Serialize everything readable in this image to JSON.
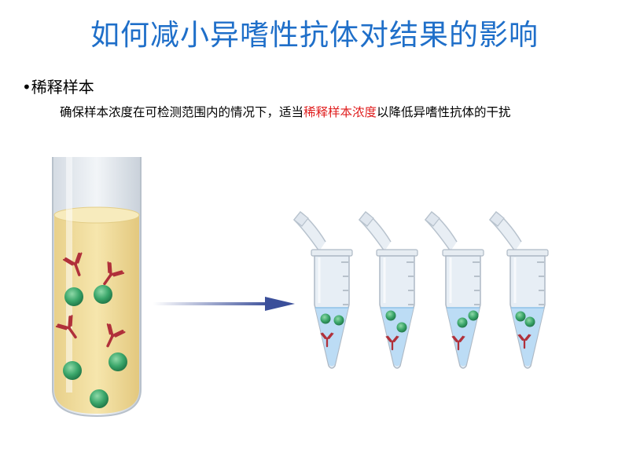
{
  "title": "如何减小异嗜性抗体对结果的影响",
  "section": {
    "bullet": "•稀释样本",
    "text_before": "确保样本浓度在可检测范围内的情况下，适当",
    "text_highlight": "稀释样本浓度",
    "text_after": "以降低异嗜性抗体的干扰"
  },
  "colors": {
    "title": "#1f6fc9",
    "highlight": "#e02020",
    "antibody": "#b0303a",
    "particle": "#3aa66a",
    "sample_liquid": "#f0dd9c",
    "diluted_liquid": "#bcdcf5",
    "arrow": "#3b4f9a"
  },
  "icons": {
    "tube": "test-tube-icon",
    "arrow": "arrow-right-icon",
    "vials": "microcentrifuge-tube-icon",
    "antibody": "antibody-y-icon",
    "particle": "particle-circle-icon"
  }
}
